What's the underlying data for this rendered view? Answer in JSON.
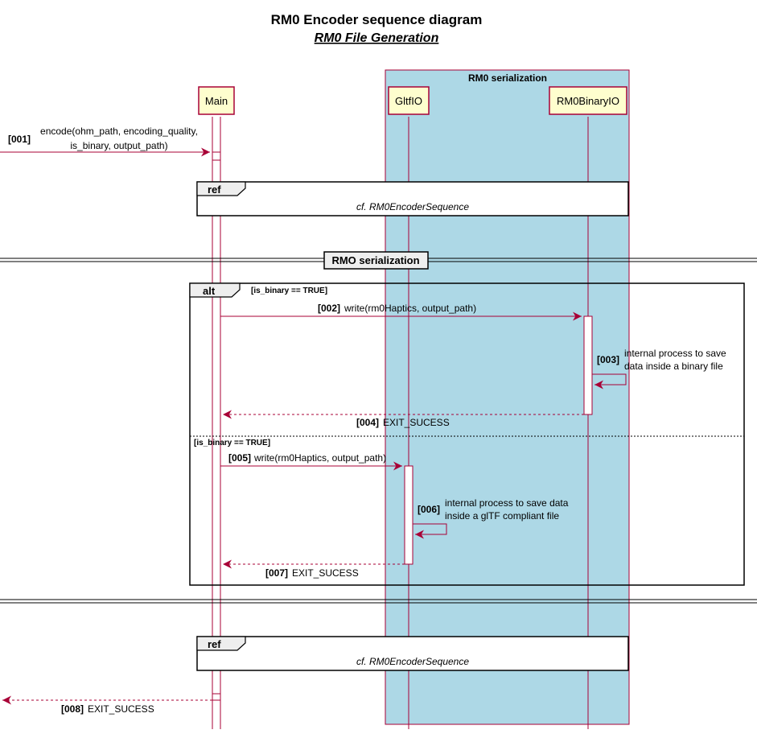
{
  "diagram": {
    "title": "RM0 Encoder sequence diagram",
    "subtitle": "RM0 File Generation",
    "box_title": "RM0 serialization",
    "participants": [
      {
        "id": "main",
        "label": "Main"
      },
      {
        "id": "gltf",
        "label": "GltfIO"
      },
      {
        "id": "bin",
        "label": "RM0BinaryIO"
      }
    ],
    "ref_tag": "ref",
    "ref_text_1": "cf. RM0EncoderSequence",
    "ref_text_2": "cf. RM0EncoderSequence",
    "divider_label": "RMO serialization",
    "alt_tag": "alt",
    "alt_guard_1": "[is_binary == TRUE]",
    "alt_guard_2": "[is_binary == TRUE]",
    "messages": [
      {
        "num": "[001]",
        "lines": [
          "encode(ohm_path, encoding_quality,",
          "is_binary, output_path)"
        ]
      },
      {
        "num": "[002]",
        "lines": [
          "write(rm0Haptics, output_path)"
        ]
      },
      {
        "num": "[003]",
        "lines": [
          "internal process to save",
          "data inside a binary file"
        ]
      },
      {
        "num": "[004]",
        "lines": [
          "EXIT_SUCESS"
        ]
      },
      {
        "num": "[005]",
        "lines": [
          "write(rm0Haptics, output_path)"
        ]
      },
      {
        "num": "[006]",
        "lines": [
          "internal process to save data",
          "inside a glTF compliant file"
        ]
      },
      {
        "num": "[007]",
        "lines": [
          "EXIT_SUCESS"
        ]
      },
      {
        "num": "[008]",
        "lines": [
          "EXIT_SUCESS"
        ]
      }
    ],
    "colors": {
      "arrow": "#A80036",
      "box_fill": "#ADD8E6",
      "box_stroke": "#A80036",
      "participant_fill": "#FEFECE",
      "participant_stroke": "#A80036"
    }
  }
}
